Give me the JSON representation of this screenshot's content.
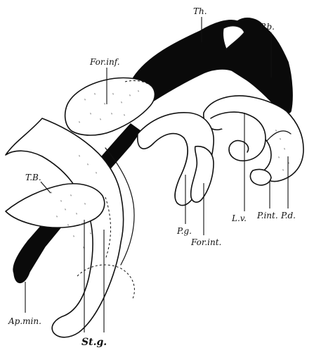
{
  "labels": {
    "th": "Th.",
    "pb": "P.b.",
    "for_inf": "For.inf.",
    "tb": "T.B.",
    "lv": "L.v.",
    "pint": "P.int.",
    "pd": "P.d.",
    "pg": "P.g.",
    "for_int": "For.int.",
    "ap_min": "Ap.min.",
    "stg": "St.g."
  },
  "colors": {
    "ink": "#0a0a0a",
    "background": "#ffffff"
  }
}
